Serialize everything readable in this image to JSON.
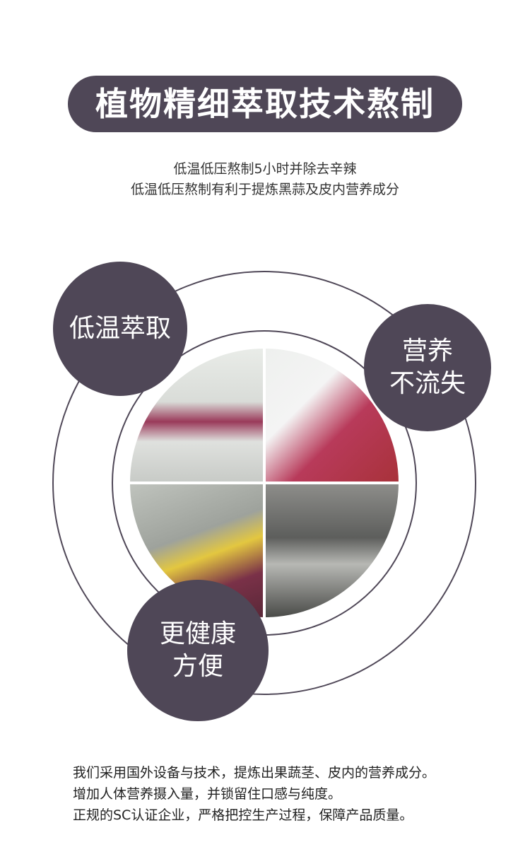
{
  "header": {
    "title": "植物精细萃取技术熬制"
  },
  "subtitle": [
    "低温低压熬制5小时并除去辛辣",
    "低温低压熬制有利于提炼黑蒜及皮内营养成分"
  ],
  "badges": [
    {
      "lines": [
        "低温萃取"
      ]
    },
    {
      "lines": [
        "营养",
        "不流失"
      ]
    },
    {
      "lines": [
        "更健康",
        "方便"
      ]
    }
  ],
  "body": [
    "我们采用国外设备与技术，提炼出果蔬茎、皮内的营养成分。",
    "增加人体营养摄入量，并锁留住口感与纯度。",
    "正规的SC认证企业，严格把控生产过程，保障产品质量。"
  ],
  "colors": {
    "accent": "#4f4757"
  }
}
